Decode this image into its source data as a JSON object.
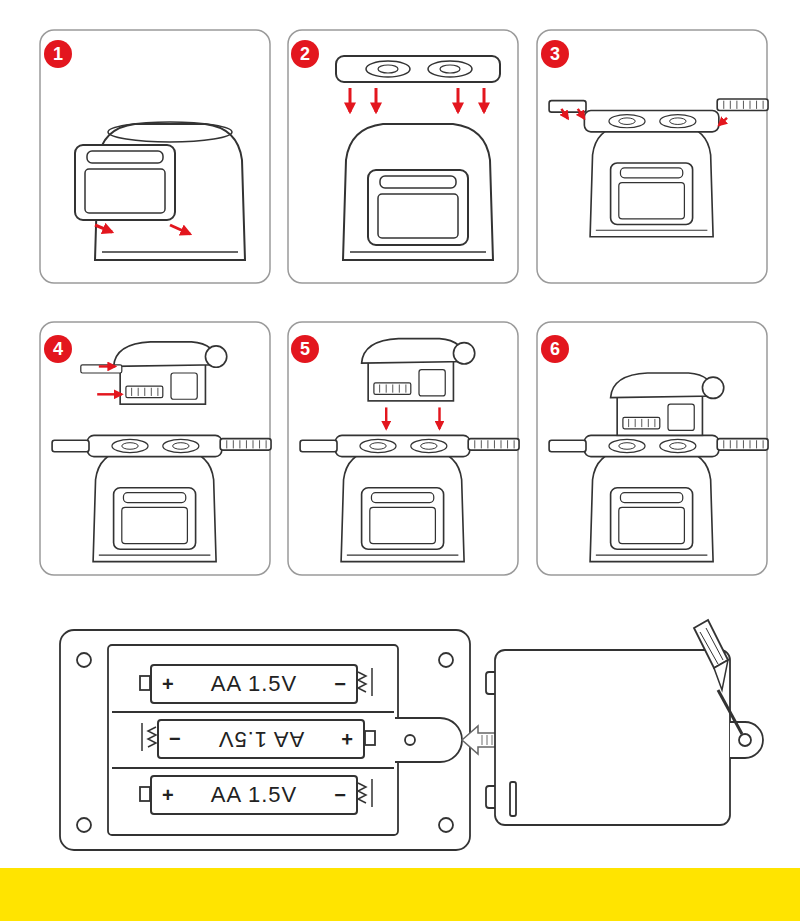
{
  "diagram": {
    "nodes": [
      {
        "text": [
          "1"
        ]
      },
      {
        "text": [
          "2"
        ]
      },
      {
        "text": [
          "3"
        ]
      },
      {
        "text": [
          "4"
        ]
      },
      {
        "text": [
          "5"
        ]
      },
      {
        "text": [
          "6"
        ]
      },
      {
        "text": [
          "+",
          "AA 1.5V",
          "−"
        ]
      },
      {
        "text": [
          "+",
          "AA 1.5V",
          "−"
        ]
      },
      {
        "text": [
          "+",
          "AA 1.5V",
          "−"
        ]
      }
    ]
  }
}
